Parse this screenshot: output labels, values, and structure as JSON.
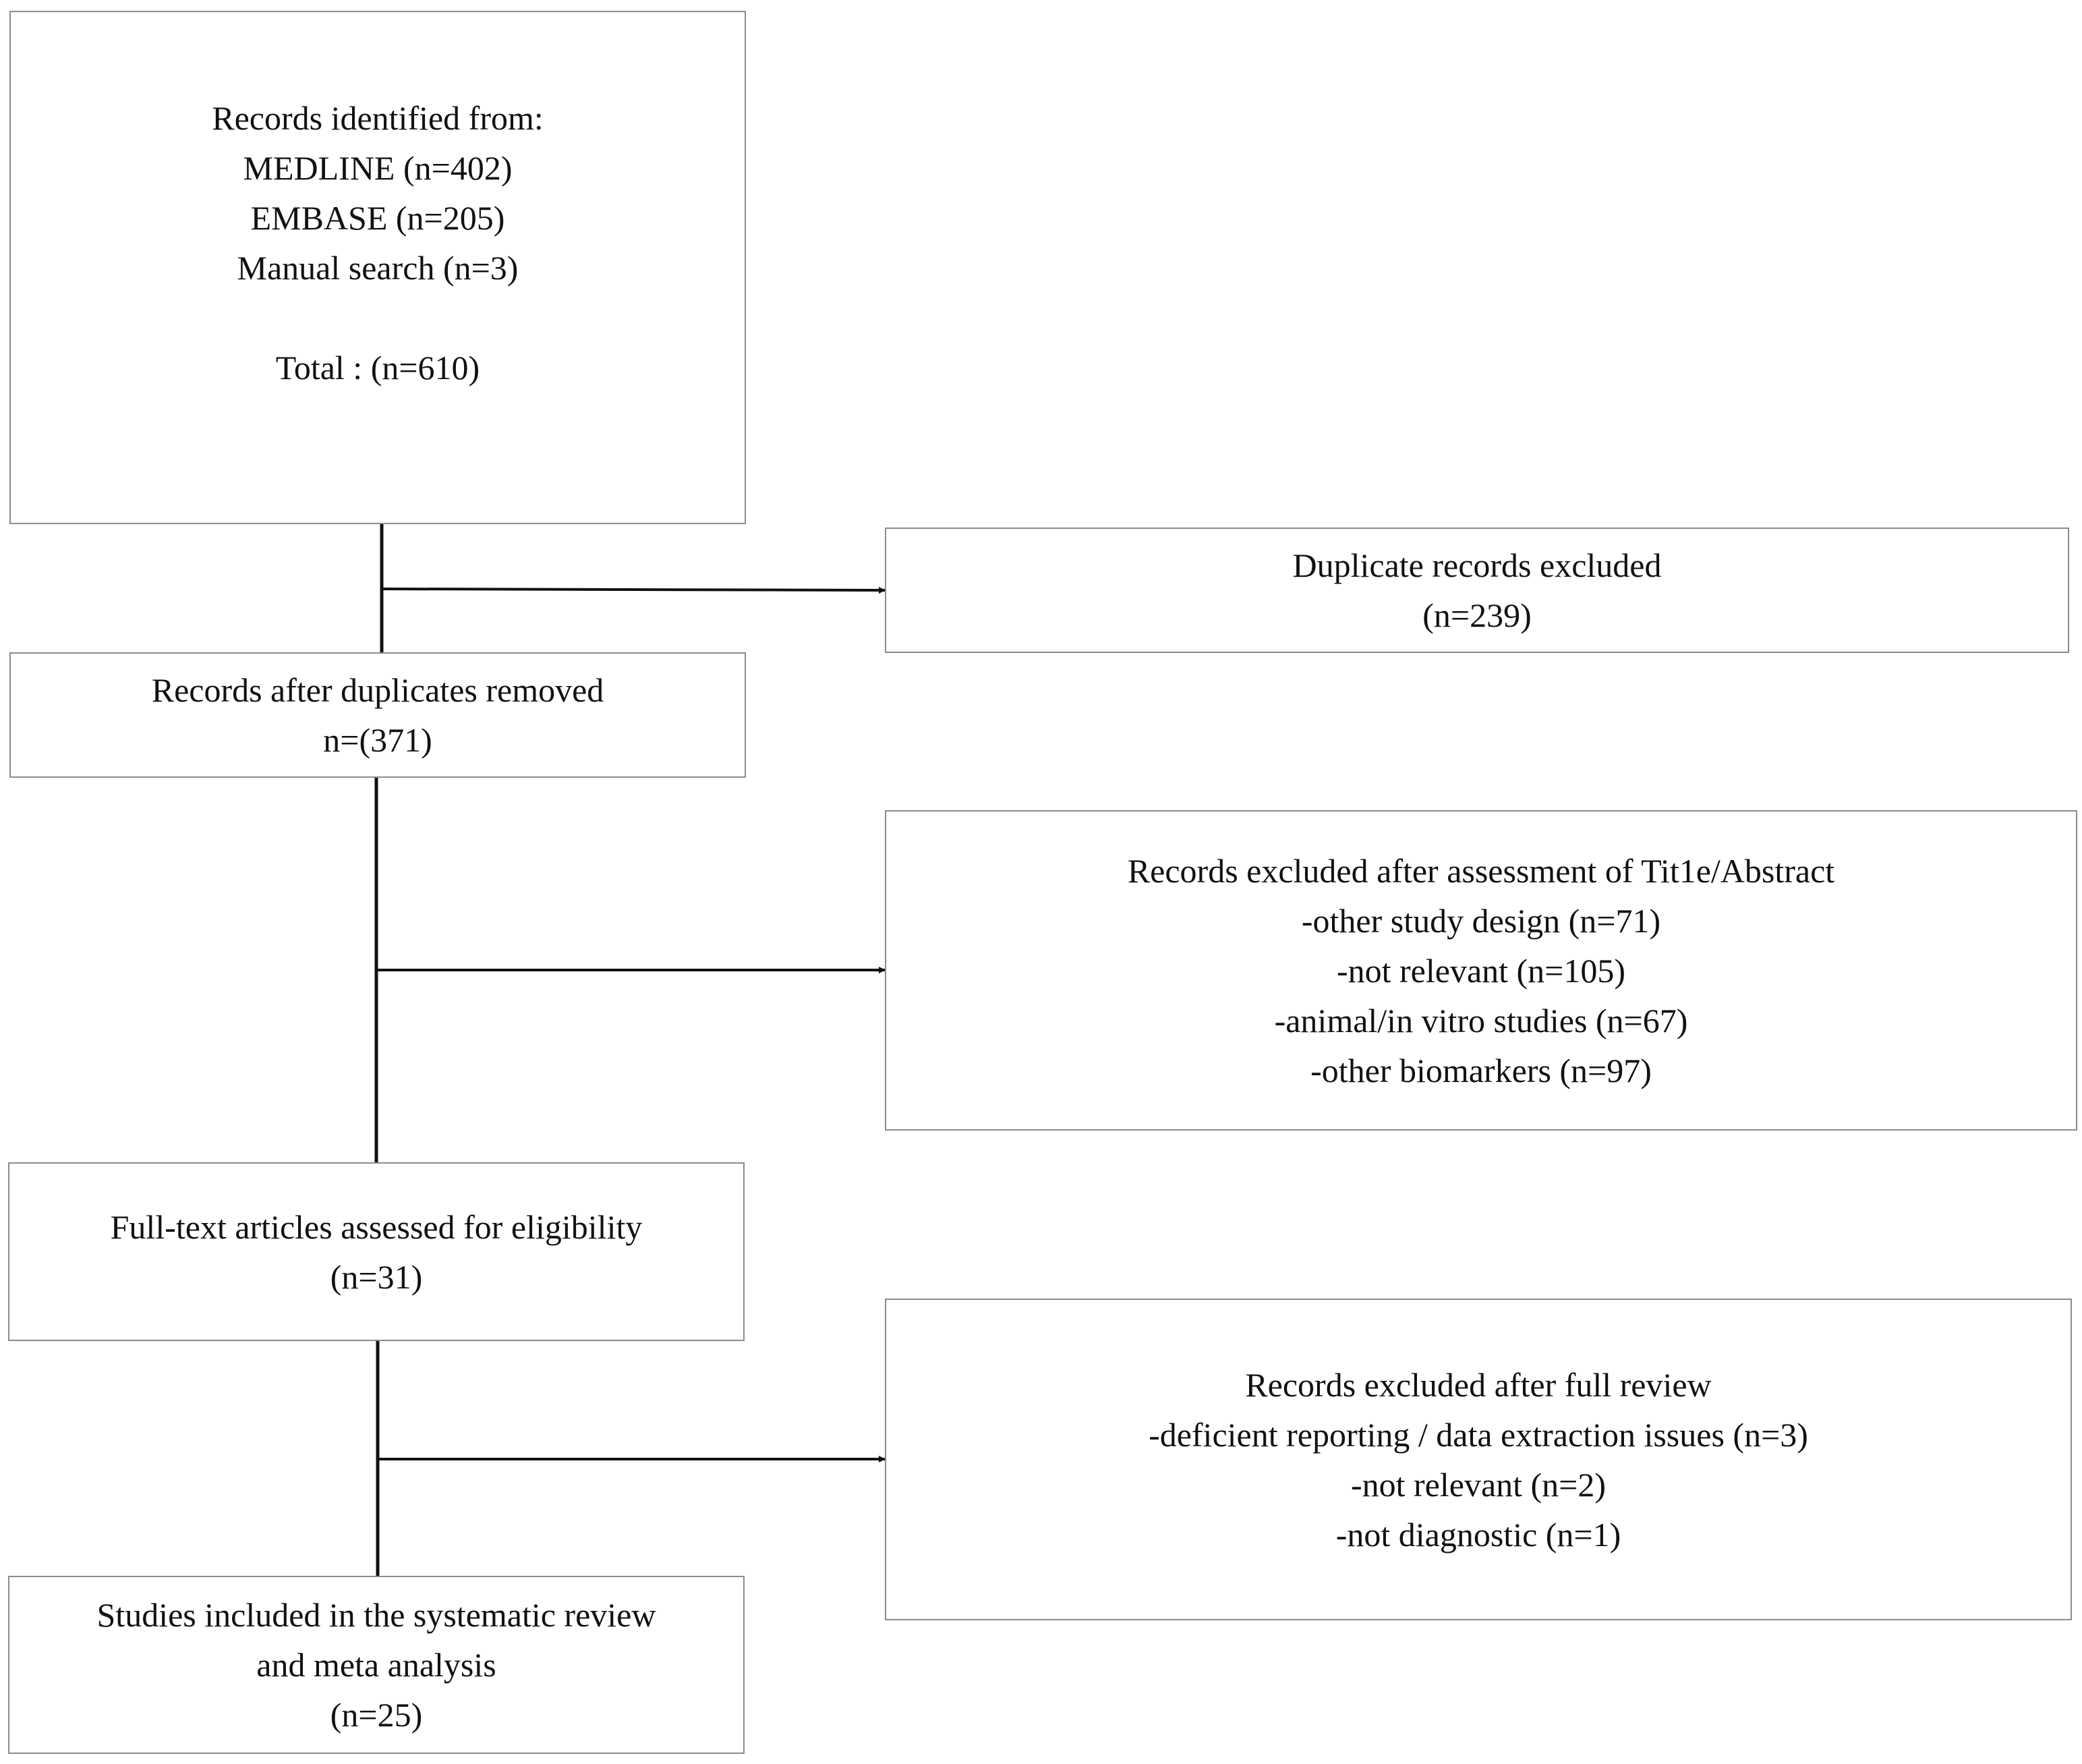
{
  "colors": {
    "box_border": "#8c8c8c",
    "connector": "#111111",
    "text": "#111111",
    "background": "#ffffff"
  },
  "identification": {
    "heading": "Records identified from:",
    "sources": [
      "MEDLINE (n=402)",
      "EMBASE (n=205)",
      "Manual search (n=3)"
    ],
    "total": "Total : (n=610)"
  },
  "duplicates_excluded": {
    "lines": [
      "Duplicate records excluded",
      "(n=239)"
    ]
  },
  "after_duplicates": {
    "lines": [
      "Records after duplicates removed",
      "n=(371)"
    ]
  },
  "title_abstract_excluded": {
    "lines": [
      "Records excluded  after assessment of Tit1e/Abstract",
      "-other study design (n=71)",
      "-not relevant (n=105)",
      "-animal/in vitro studies (n=67)",
      "-other biomarkers (n=97)"
    ]
  },
  "full_text": {
    "lines": [
      "Full-text articles assessed for eligibility",
      "(n=31)"
    ]
  },
  "full_review_excluded": {
    "lines": [
      "Records excluded  after full review",
      "-deficient reporting / data extraction issues (n=3)",
      "-not relevant (n=2)",
      "-not diagnostic (n=1)"
    ]
  },
  "included": {
    "lines": [
      "Studies included in the systematic review",
      "and meta analysis",
      "(n=25)"
    ]
  }
}
